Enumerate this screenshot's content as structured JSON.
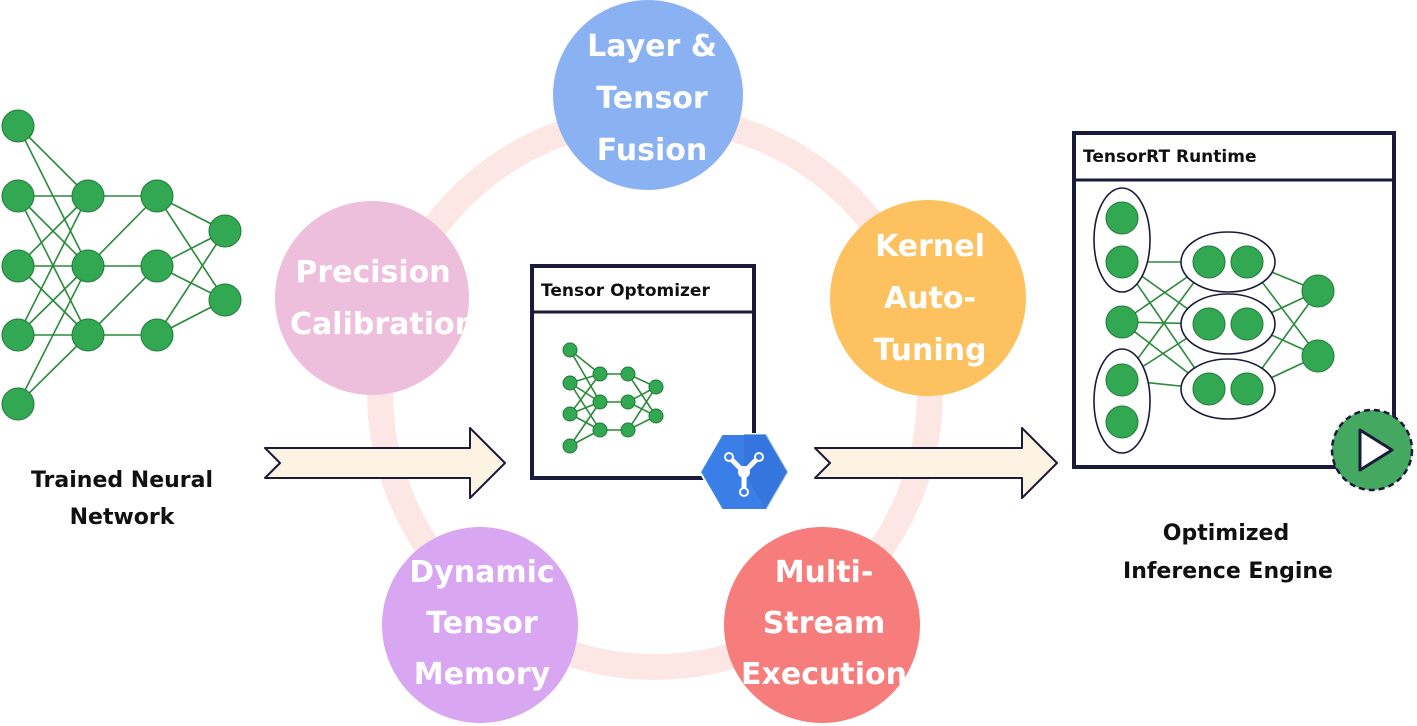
{
  "colors": {
    "ring": "#fde7e4",
    "node": "#33a852",
    "arrow_fill": "#fdf3e3",
    "arrow_stroke": "#1a1a3a",
    "box_stroke": "#1a1a3a",
    "optimizer_badge": "#3a7ee8",
    "play_badge": "#45a860"
  },
  "input": {
    "caption_line1": "Trained Neural",
    "caption_line2": "Network"
  },
  "optimizations": [
    {
      "id": "layer-fusion",
      "lines": [
        "Layer &",
        "Tensor",
        "Fusion"
      ],
      "color": "#8ab1f2"
    },
    {
      "id": "kernel-tuning",
      "lines": [
        "Kernel",
        "Auto-",
        "Tuning"
      ],
      "color": "#fdc25f"
    },
    {
      "id": "multi-stream",
      "lines": [
        "Multi-",
        "Stream",
        "Execution"
      ],
      "color": "#f77c7c"
    },
    {
      "id": "dynamic-memory",
      "lines": [
        "Dynamic",
        "Tensor",
        "Memory"
      ],
      "color": "#d9a6f2"
    },
    {
      "id": "precision-calibration",
      "lines": [
        "Precision",
        "Calibration"
      ],
      "color": "#eebfdc"
    }
  ],
  "optimizer_box": {
    "title": "Tensor Optomizer",
    "badge_icon": "wrench-network-icon"
  },
  "runtime_box": {
    "title": "TensorRT Runtime",
    "badge_icon": "play-icon"
  },
  "output": {
    "caption_line1": "Optimized",
    "caption_line2": "Inference Engine"
  }
}
